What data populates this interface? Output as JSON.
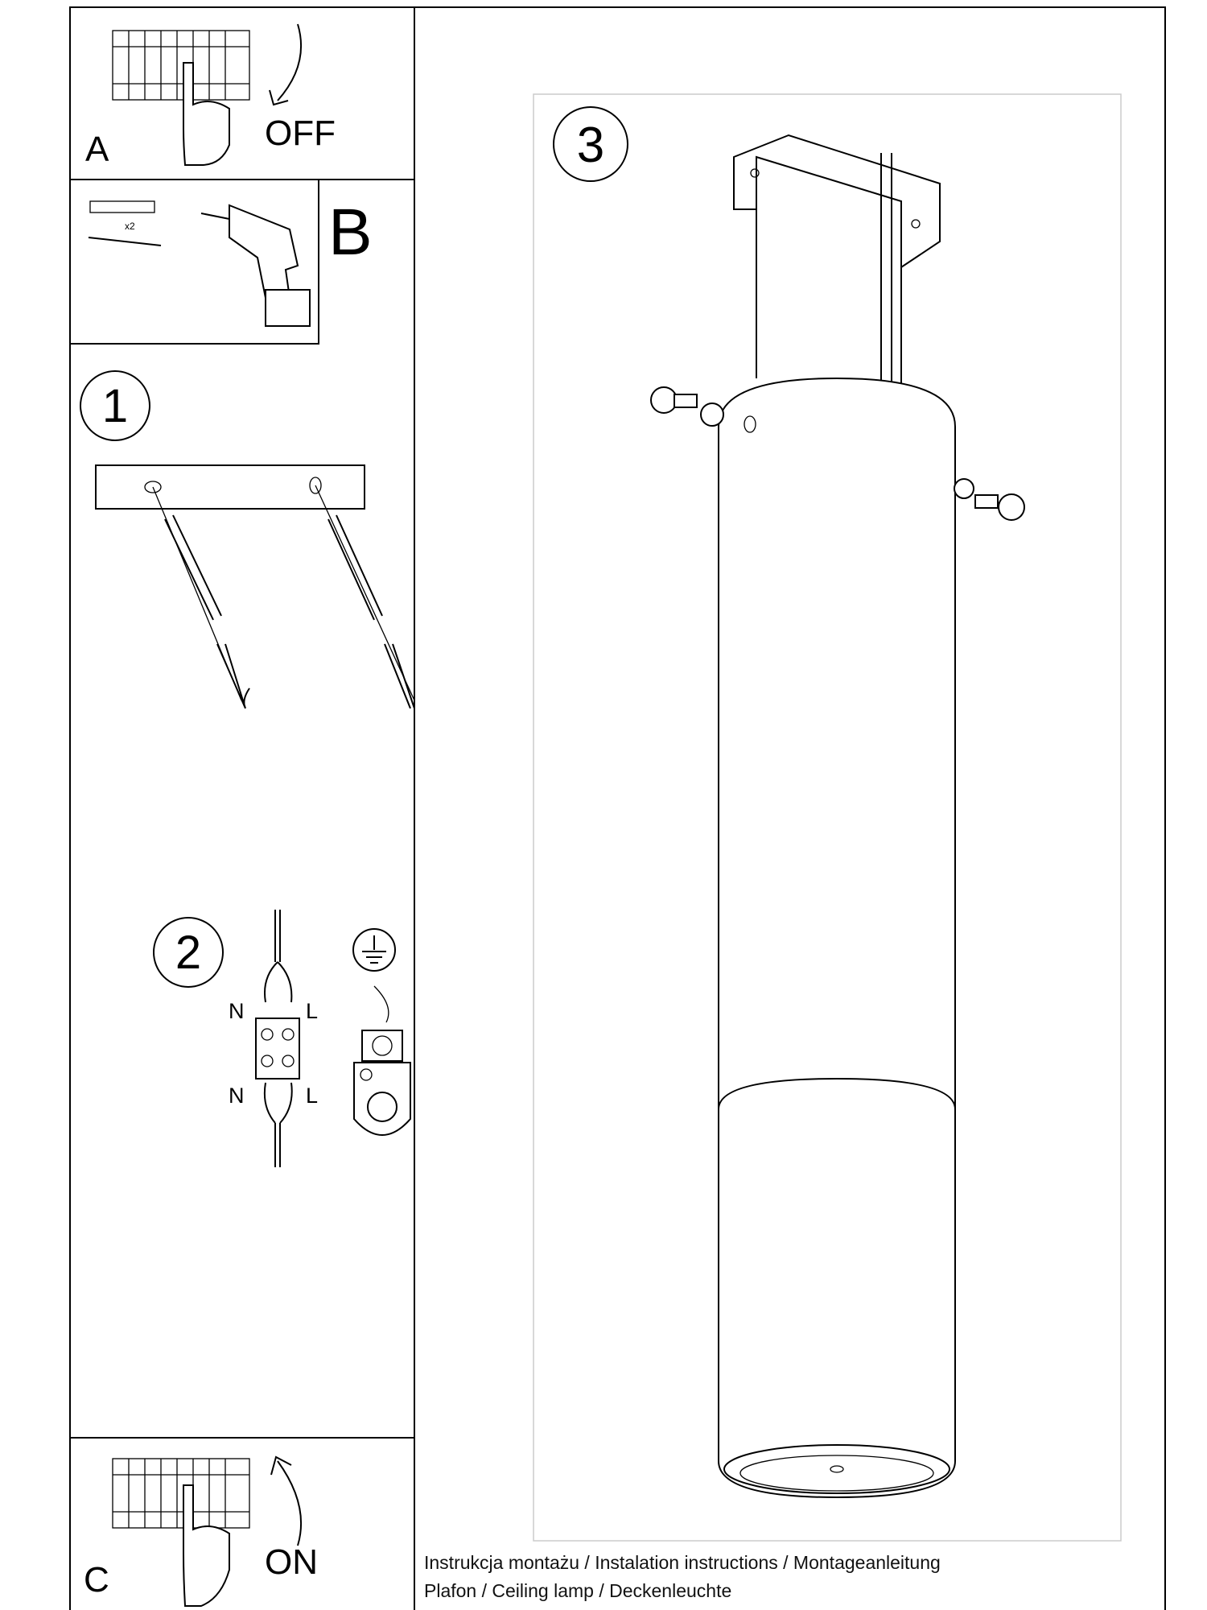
{
  "steps": {
    "a": {
      "label": "A",
      "action": "OFF"
    },
    "b": {
      "label": "B",
      "multiplier": "x2"
    },
    "one": {
      "label": "1"
    },
    "two": {
      "label": "2",
      "n_top": "N",
      "l_top": "L",
      "n_bottom": "N",
      "l_bottom": "L"
    },
    "three": {
      "label": "3"
    },
    "c": {
      "label": "C",
      "action": "ON"
    }
  },
  "footer": {
    "line1": "Instrukcja montażu / Instalation instructions / Montageanleitung",
    "line2": "Plafon / Ceiling lamp / Deckenleuchte"
  }
}
